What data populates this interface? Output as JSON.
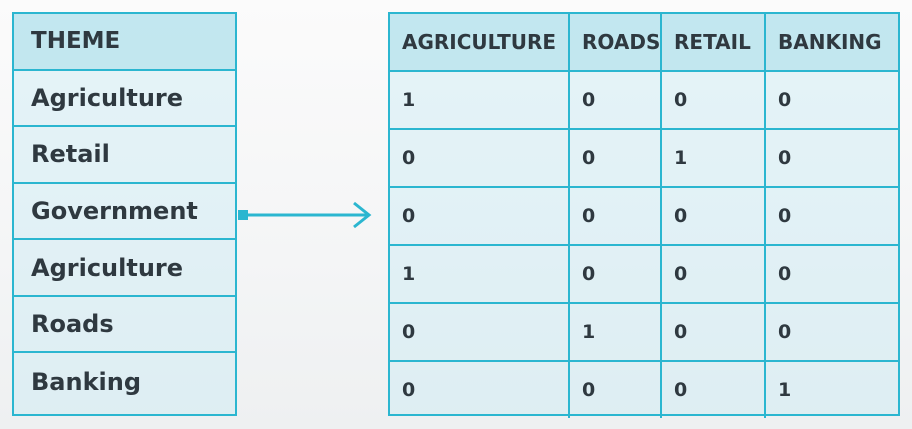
{
  "left_table": {
    "header": "THEME",
    "rows": [
      "Agriculture",
      "Retail",
      "Government",
      "Agriculture",
      "Roads",
      "Banking"
    ]
  },
  "right_table": {
    "headers": [
      "AGRICULTURE",
      "ROADS",
      "RETAIL",
      "BANKING"
    ],
    "rows": [
      [
        "1",
        "0",
        "0",
        "0"
      ],
      [
        "0",
        "0",
        "1",
        "0"
      ],
      [
        "0",
        "0",
        "0",
        "0"
      ],
      [
        "1",
        "0",
        "0",
        "0"
      ],
      [
        "0",
        "1",
        "0",
        "0"
      ],
      [
        "0",
        "0",
        "0",
        "1"
      ]
    ]
  },
  "colors": {
    "accent": "#2bb6d0",
    "text": "#2f3940"
  },
  "icons": {
    "connector": "arrow-right-icon"
  }
}
